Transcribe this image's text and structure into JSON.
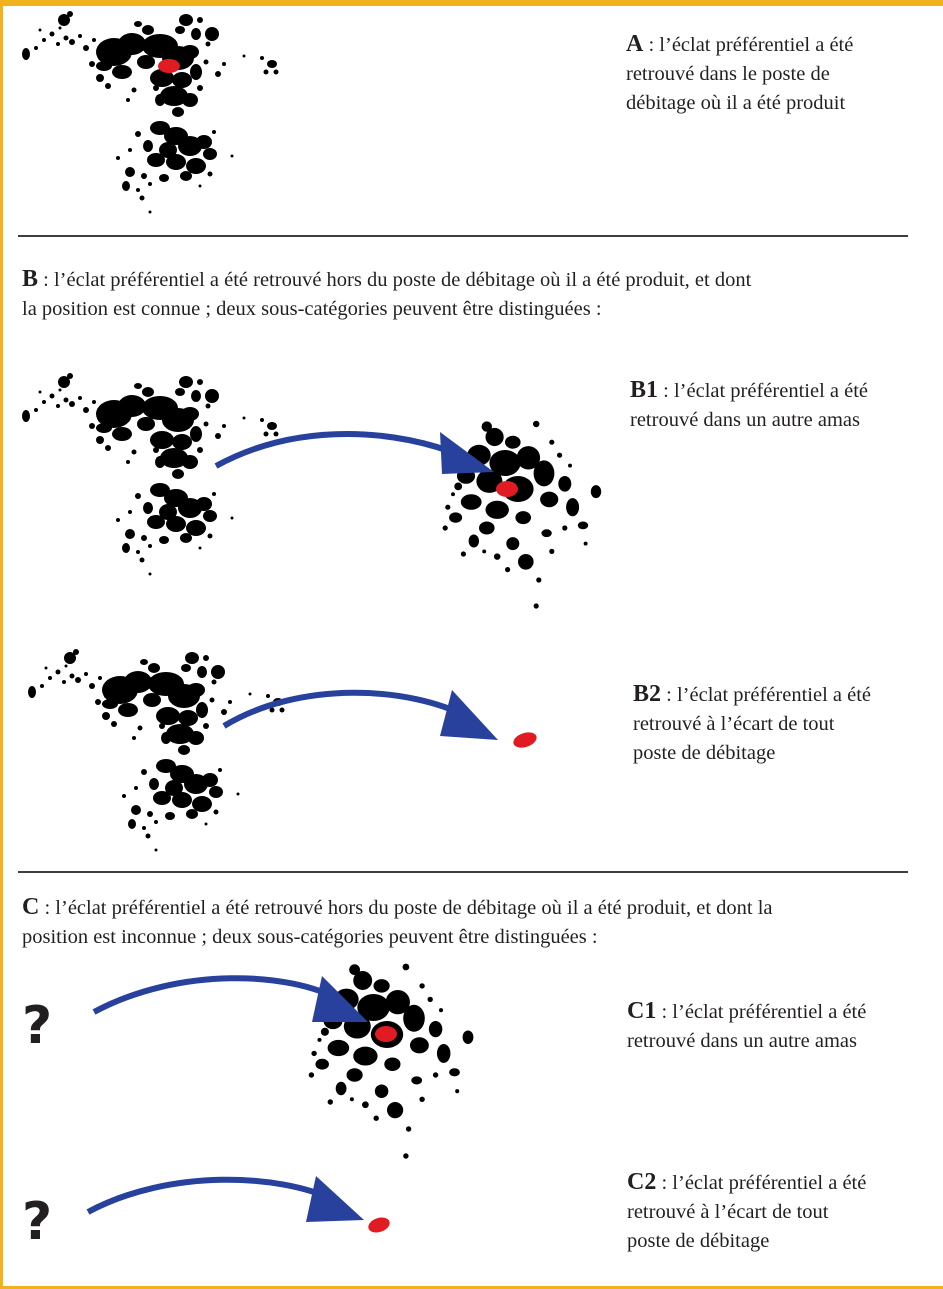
{
  "colors": {
    "frame": "#f2b21d",
    "text": "#231f20",
    "debris": "#000000",
    "flake": "#e11b22",
    "arrow": "#27419c",
    "divider": "#3e3e3e"
  },
  "captions": {
    "a": {
      "code": "A",
      "sep": " : ",
      "line1": "l’éclat préférentiel a été",
      "line2": "retrouvé dans le poste de",
      "line3": "débitage où il a été produit"
    },
    "b": {
      "code": "B",
      "sep": " : ",
      "line1": "l’éclat préférentiel a été retrouvé hors du poste de débitage où il a été produit, et dont",
      "line2": "la position est connue ; deux sous-catégories peuvent être distinguées :"
    },
    "b1": {
      "code": "B1",
      "sep": " : ",
      "line1": "l’éclat préférentiel a été",
      "line2": "retrouvé dans un autre amas"
    },
    "b2": {
      "code": "B2",
      "sep": " : ",
      "line1": "l’éclat préférentiel a été",
      "line2": "retrouvé à l’écart de tout",
      "line3": "poste de débitage"
    },
    "c": {
      "code": "C",
      "sep": " : ",
      "line1": "l’éclat préférentiel a été retrouvé hors du poste de débitage où il a été produit, et dont la",
      "line2": "position est inconnue ; deux sous-catégories peuvent être distinguées :"
    },
    "c1": {
      "code": "C1",
      "sep": " : ",
      "line1": "l’éclat préférentiel a été",
      "line2": "retrouvé dans un autre amas"
    },
    "c2": {
      "code": "C2",
      "sep": " : ",
      "line1": "l’éclat préférentiel a été",
      "line2": "retrouvé à l’écart de tout",
      "line3": "poste de débitage"
    }
  },
  "unknown_origin": {
    "mark_c1": "?",
    "mark_c2": "?"
  }
}
